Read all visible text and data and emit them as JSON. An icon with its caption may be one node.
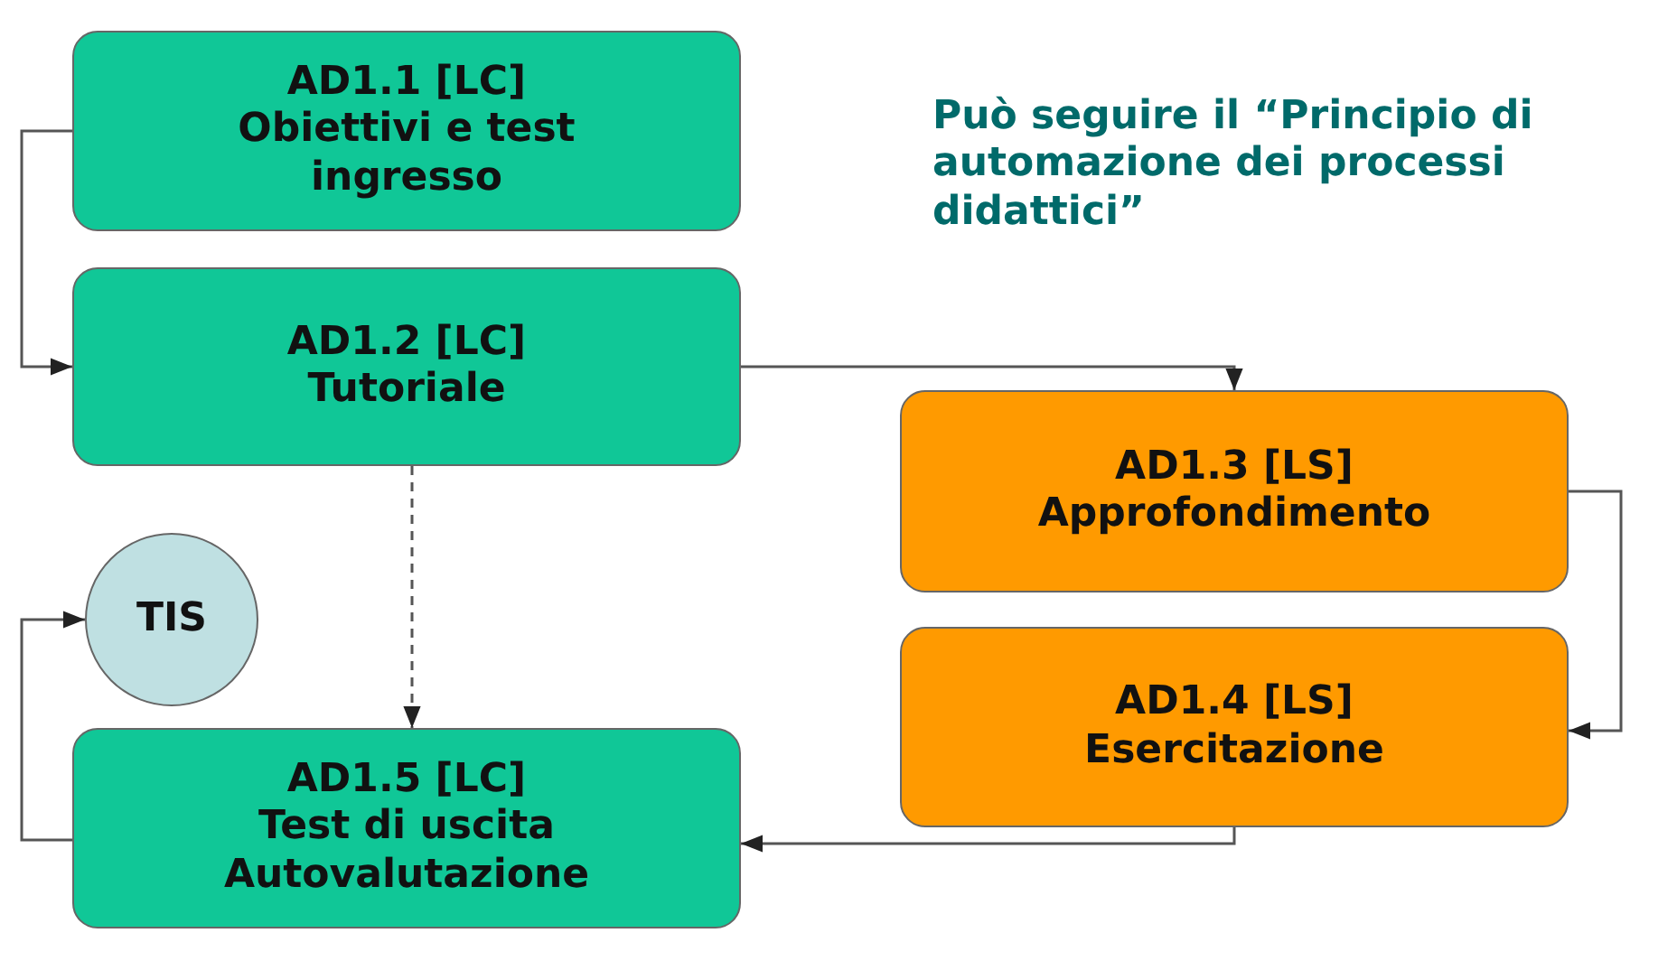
{
  "diagram": {
    "nodes": [
      {
        "text": [
          "AD1.1 [LC]",
          "Obiettivi e test ingresso"
        ]
      },
      {
        "text": [
          "AD1.2 [LC]",
          "Tutoriale"
        ]
      },
      {
        "text": [
          "AD1.3 [LS]",
          "Approfondimento"
        ]
      },
      {
        "text": [
          "TIS"
        ]
      },
      {
        "text": [
          "AD1.4 [LS]",
          "Esercitazione"
        ]
      },
      {
        "text": [
          "AD1.5 [LC]",
          "Test di uscita Autovalutazione"
        ]
      }
    ],
    "edges": [
      {
        "from": 0,
        "to": 1,
        "arrow": "to"
      },
      {
        "from": 1,
        "to": 2,
        "arrow": "to"
      },
      {
        "from": 2,
        "to": 4,
        "arrow": "to"
      },
      {
        "from": 4,
        "to": 5,
        "arrow": "to"
      },
      {
        "from": 1,
        "to": 5,
        "arrow": "to",
        "style": "dashed"
      },
      {
        "from": 5,
        "to": 3,
        "arrow": "to"
      }
    ],
    "labels": [
      "Può seguire il “Principio di automazione dei processi didattici”"
    ]
  }
}
